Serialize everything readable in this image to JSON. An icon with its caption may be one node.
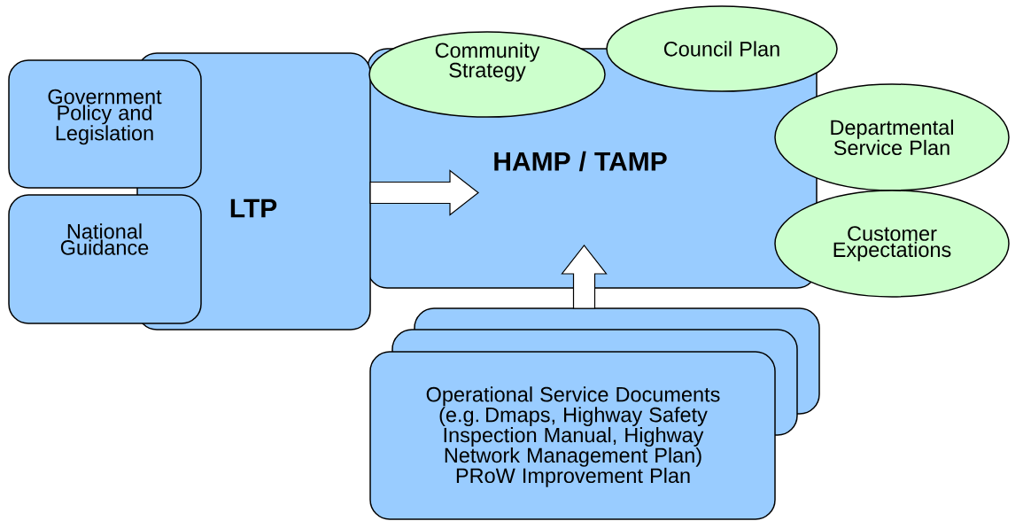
{
  "diagram": {
    "nodes": [
      {
        "text": [
          "LTP"
        ]
      },
      {
        "text": [
          "HAMP / TAMP"
        ]
      },
      {
        "text": [
          "Government Policy and Legislation"
        ]
      },
      {
        "text": [
          "National Guidance"
        ]
      },
      {
        "text": [
          "Community Strategy"
        ]
      },
      {
        "text": [
          "Council Plan"
        ]
      },
      {
        "text": [
          "Departmental Service Plan"
        ]
      },
      {
        "text": [
          "Customer Expectations"
        ]
      },
      {
        "text": [
          "Operational Service Documents (e.g. Dmaps, Highway Safety Inspection Manual, Highway Network Management Plan) PRoW Improvement Plan"
        ]
      }
    ],
    "edges": [
      {
        "from": 0,
        "to": 1,
        "arrow": "to"
      },
      {
        "from": 8,
        "to": 1,
        "arrow": "to"
      }
    ]
  }
}
